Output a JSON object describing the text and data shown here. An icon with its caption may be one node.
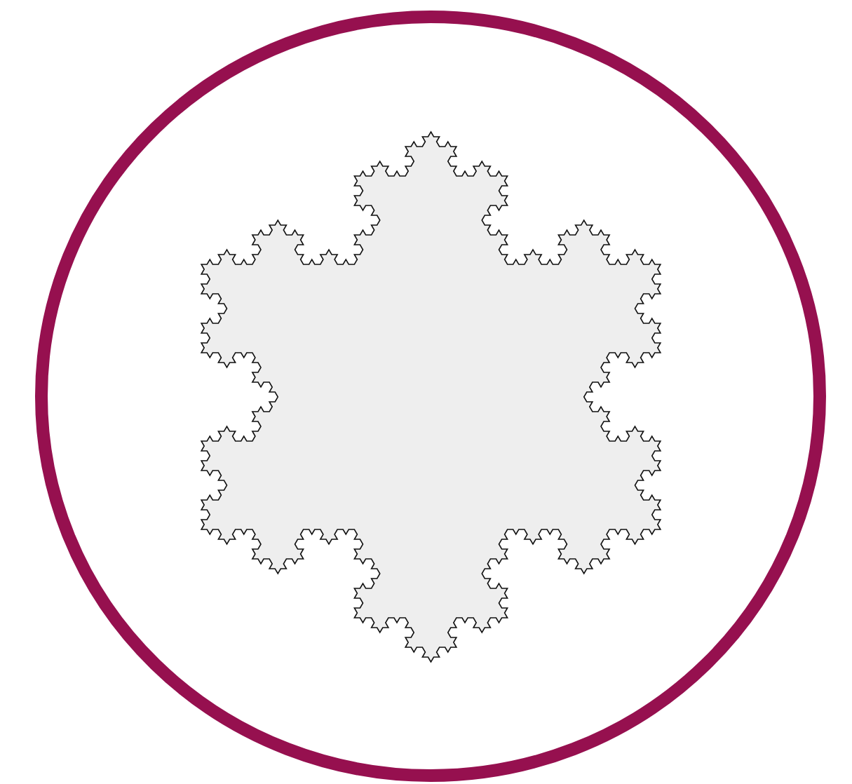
{
  "diagram": {
    "nodes": [
      {
        "text": [],
        "shape": "circle"
      },
      {
        "text": [],
        "shape": "picture",
        "in": 0
      }
    ]
  }
}
